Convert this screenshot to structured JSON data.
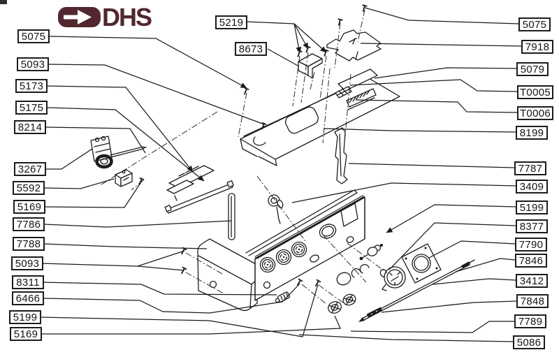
{
  "page": {
    "background": "#ffffff",
    "ink_color": "#1c1c1c"
  },
  "logo": {
    "text": "DHS",
    "color": "#522730",
    "icon": "arrow-right-icon"
  },
  "diagram": {
    "type": "exploded-parts-diagram",
    "labels_left": [
      "5075",
      "5093",
      "5173",
      "5175",
      "8214",
      "3267",
      "5592",
      "5169",
      "7786",
      "7788",
      "5093",
      "8311",
      "6466",
      "5199",
      "5169"
    ],
    "labels_right": [
      "5075",
      "7918",
      "5079",
      "T0005",
      "T0006",
      "8199",
      "7787",
      "3409",
      "5199",
      "8377",
      "7790",
      "7846",
      "3412",
      "7848",
      "7789",
      "5086"
    ],
    "labels_top": [
      "5219",
      "8673"
    ]
  }
}
